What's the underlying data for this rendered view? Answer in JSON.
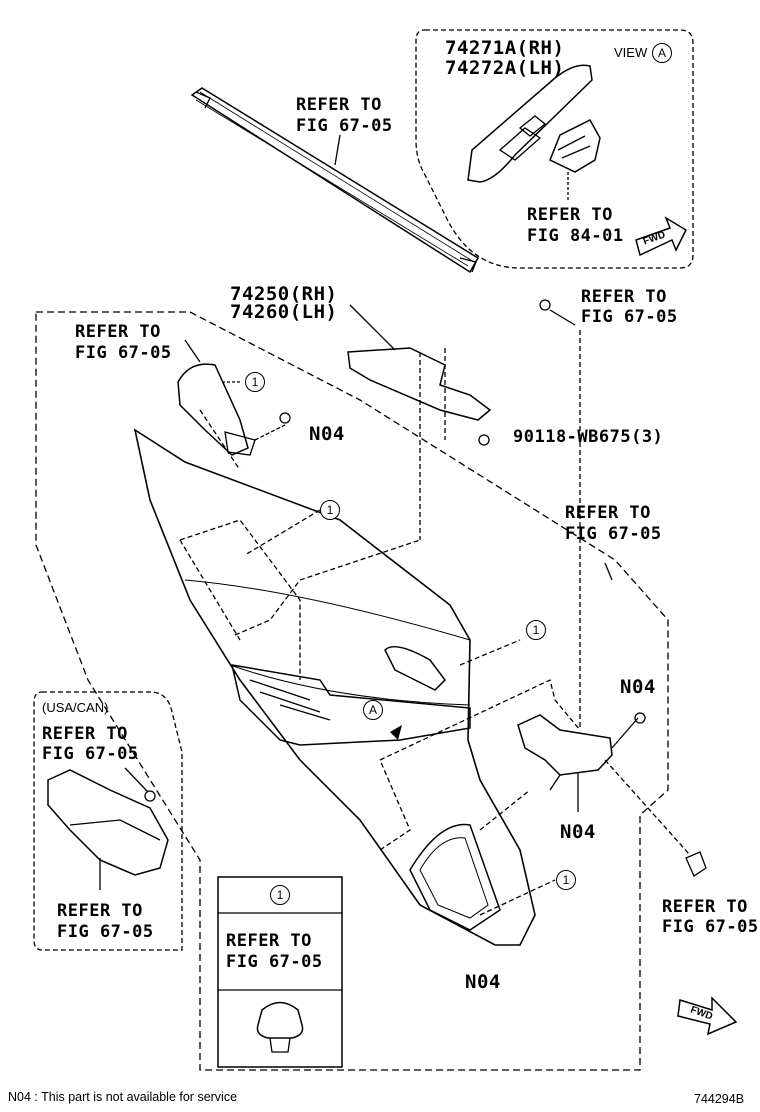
{
  "callouts": {
    "trim_parts": [
      "74271A(RH)",
      "74272A(LH)"
    ],
    "view_label": "VIEW",
    "view_letter": "A",
    "refer_weatherstrip": [
      "REFER TO",
      "FIG 67-05"
    ],
    "refer_switch": [
      "REFER TO",
      "FIG 84-01"
    ],
    "fwd": "FWD",
    "armrest_parts": [
      "74250(RH)",
      "74260(LH)"
    ],
    "refer_clip_top": [
      "REFER TO",
      "FIG 67-05"
    ],
    "refer_upper_left": [
      "REFER TO",
      "FIG 67-05"
    ],
    "n04_upper": "N04",
    "screw_part": "90118-WB675(3)",
    "refer_right_mid": [
      "REFER TO",
      "FIG 67-05"
    ],
    "n04_right_top": "N04",
    "n04_right_bottom": "N04",
    "refer_bottom_right": [
      "REFER TO",
      "FIG 67-05"
    ],
    "n04_bottom": "N04",
    "marker_a": "A",
    "circled_one": "1"
  },
  "usa_can_box": {
    "title": "(USA/CAN)",
    "refer_top": [
      "REFER TO",
      "FIG 67-05"
    ],
    "refer_bottom": [
      "REFER TO",
      "FIG 67-05"
    ]
  },
  "legend_box": {
    "number": "1",
    "refer": [
      "REFER TO",
      "FIG 67-05"
    ]
  },
  "footer": {
    "note": "N04 : This part is not available for service",
    "diagram_id": "744294B"
  }
}
